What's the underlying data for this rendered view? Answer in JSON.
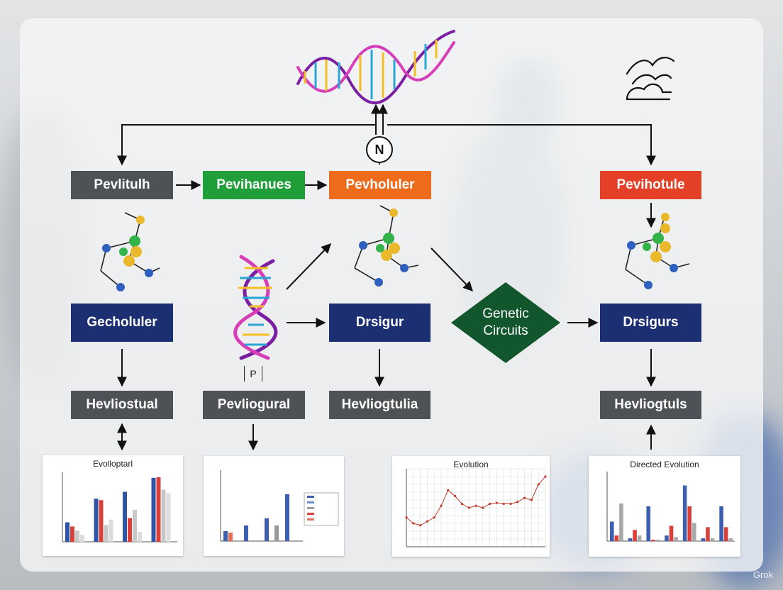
{
  "boxes": {
    "row1": [
      "Pevlitulh",
      "Pevihanues",
      "Pevholuler",
      "Pevihotule"
    ],
    "row2": [
      "Gecholuler",
      "Drsigur",
      "Drsigurs"
    ],
    "row3": [
      "Hevliostual",
      "Pevliogural",
      "Hevliogtulia",
      "Hevliogtuls"
    ]
  },
  "diamond": {
    "line1": "Genetic",
    "line2": "Circuits"
  },
  "badge": "N",
  "p_label": "P",
  "watermark": "Grok",
  "colors": {
    "gray": "#4e5256",
    "green": "#1f9e3a",
    "orange": "#ee6b1c",
    "red": "#e44027",
    "navy": "#1d2f73",
    "diamond": "#12562e"
  },
  "icons": [
    "dna-helix-icon",
    "molecule-icon",
    "weather-wind-icon"
  ],
  "chart_data": [
    {
      "type": "bar",
      "title": "Evolloptarl",
      "series": [
        {
          "values": [
            28,
            62,
            72,
            92
          ]
        },
        {
          "values": [
            22,
            60,
            34,
            93
          ]
        },
        {
          "values": [
            16,
            24,
            46,
            75
          ]
        },
        {
          "values": [
            10,
            32,
            14,
            70
          ]
        }
      ]
    },
    {
      "type": "bar",
      "title": "",
      "series": [
        {
          "values": [
            14,
            22,
            32,
            66
          ]
        },
        {
          "values": [
            12,
            0,
            0,
            0
          ]
        },
        {
          "values": [
            0,
            0,
            22,
            0
          ]
        }
      ]
    },
    {
      "type": "line",
      "title": "Evolution",
      "y": [
        30,
        24,
        22,
        26,
        30,
        42,
        58,
        52,
        44,
        40,
        42,
        40,
        44,
        45,
        44,
        44,
        46,
        50,
        48,
        64,
        72
      ]
    },
    {
      "type": "bar",
      "title": "Directed Evolution",
      "series": [
        {
          "values": [
            28,
            4,
            50,
            8,
            80,
            4,
            50
          ]
        },
        {
          "values": [
            8,
            16,
            2,
            22,
            50,
            20,
            20
          ]
        },
        {
          "values": [
            54,
            8,
            2,
            6,
            26,
            4,
            4
          ]
        }
      ]
    }
  ]
}
